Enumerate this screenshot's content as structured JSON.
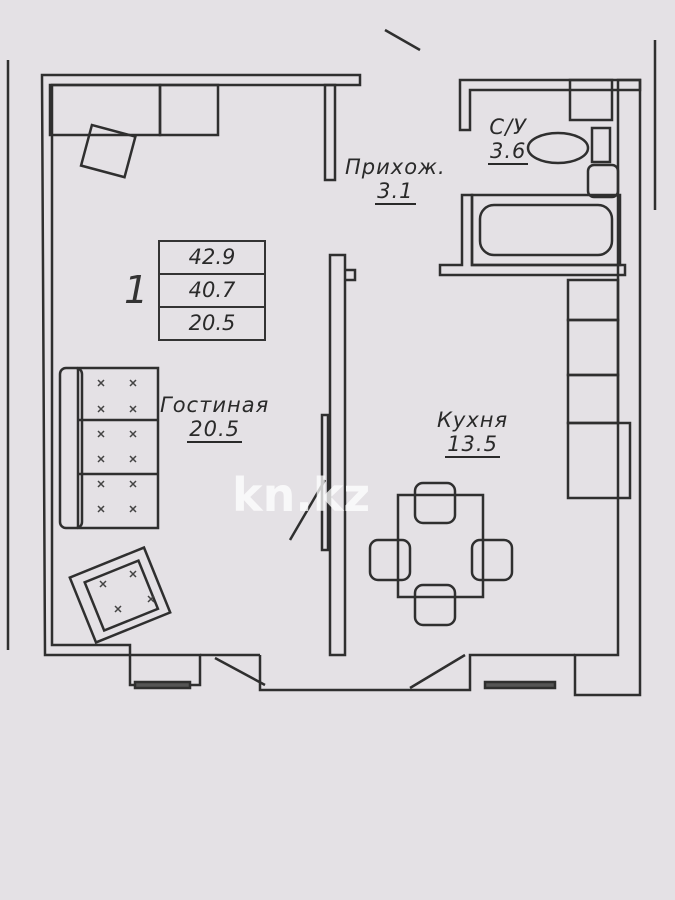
{
  "plan": {
    "rooms_count": "1",
    "areas_table": [
      "42.9",
      "40.7",
      "20.5"
    ],
    "rooms": [
      {
        "name": "Гостиная",
        "area": "20.5"
      },
      {
        "name": "Прихож.",
        "area": "3.1"
      },
      {
        "name": "С/У",
        "area": "3.6"
      },
      {
        "name": "Кухня",
        "area": "13.5"
      }
    ]
  },
  "watermark": "kn.kz",
  "colors": {
    "paper": "#e4e1e5",
    "ink": "#2a2a2a"
  }
}
